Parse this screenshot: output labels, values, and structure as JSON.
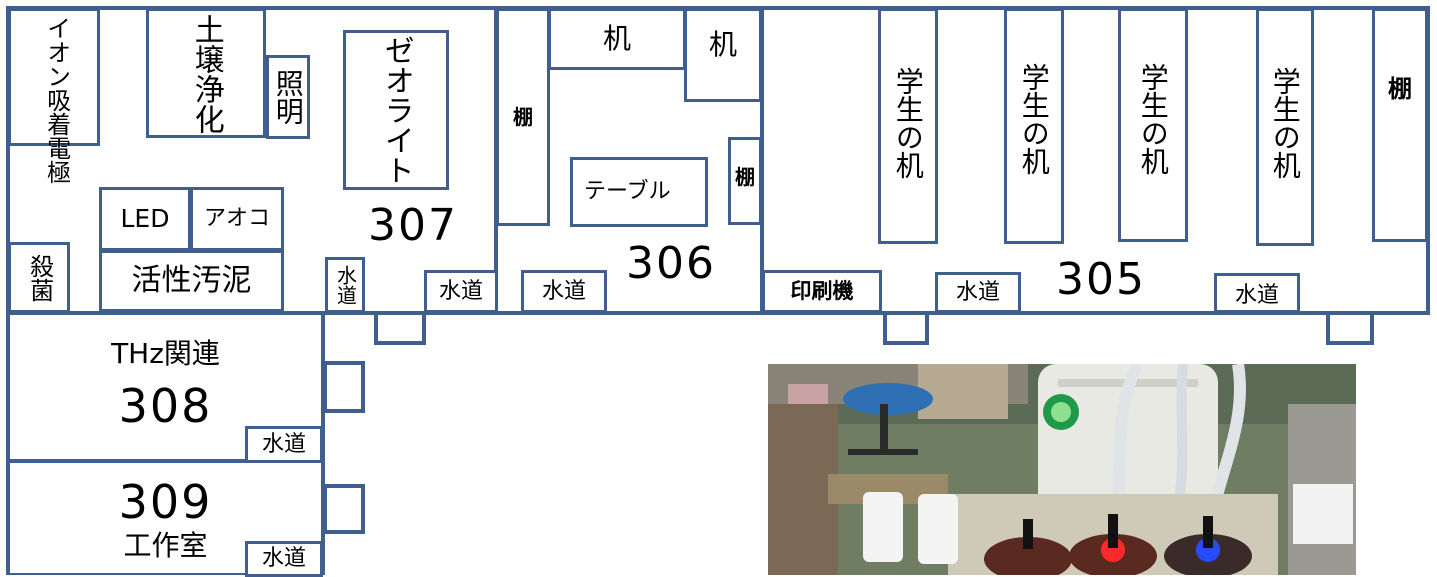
{
  "rooms": {
    "r307": {
      "number": "307",
      "labels": {
        "ion_electrode": "イオン吸着電極",
        "soil": "土壌浄化",
        "lighting": "照明",
        "zeolite": "ゼオライト",
        "led": "LED",
        "aoko": "アオコ",
        "sludge": "活性汚泥",
        "sterilize": "殺菌",
        "water_small": "水道",
        "water": "水道"
      }
    },
    "r306": {
      "number": "306",
      "labels": {
        "shelf_left": "棚",
        "desk_top": "机",
        "desk_right": "机",
        "shelf_right": "棚",
        "table": "テーブル",
        "water": "水道"
      }
    },
    "r305": {
      "number": "305",
      "labels": {
        "student_desk": "学生の机",
        "shelf": "棚",
        "printer": "印刷機",
        "water_1": "水道",
        "water_2": "水道"
      }
    },
    "r308": {
      "number": "308",
      "title": "THz関連",
      "water": "水道"
    },
    "r309": {
      "number": "309",
      "title": "工作室",
      "water": "水道"
    }
  },
  "photo": {
    "subject": "lab-equipment-photo"
  },
  "colors": {
    "wall": "#3f5f8f",
    "background": "#ffffff"
  }
}
